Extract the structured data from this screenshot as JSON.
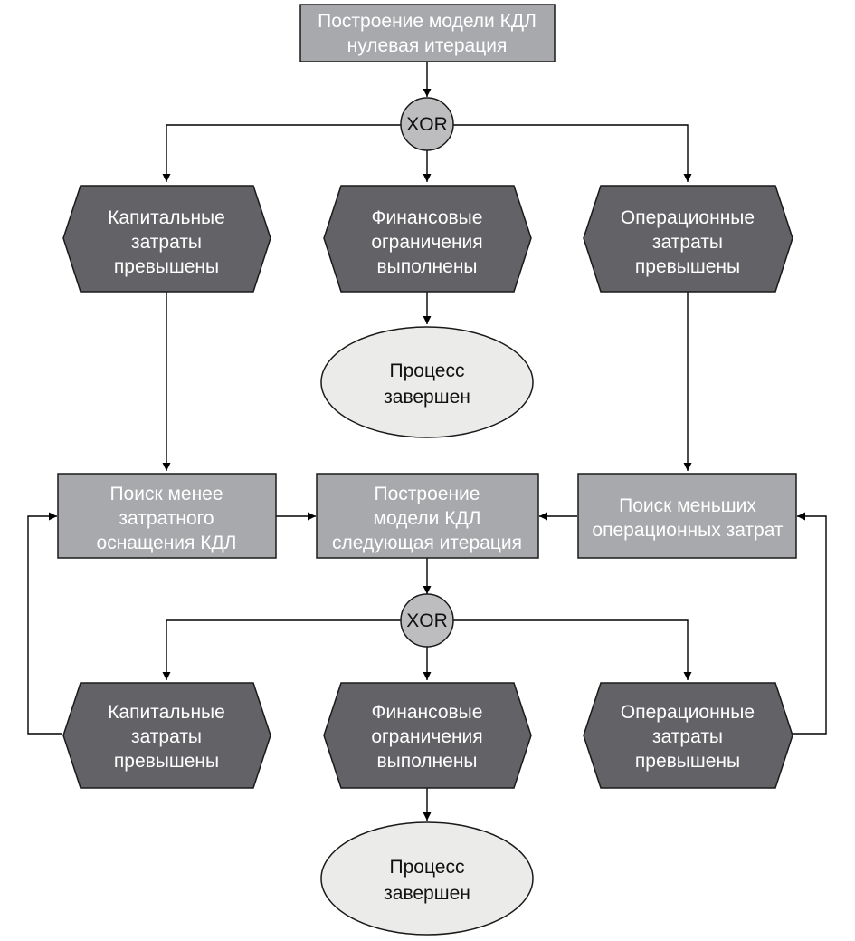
{
  "start": {
    "lines": [
      "Построение модели КДЛ",
      "нулевая итерация"
    ]
  },
  "xor_top": {
    "label": "XOR"
  },
  "row1": {
    "left": {
      "lines": [
        "Капитальные",
        "затраты",
        "превышены"
      ]
    },
    "center": {
      "lines": [
        "Финансовые",
        "ограничения",
        "выполнены"
      ]
    },
    "right": {
      "lines": [
        "Операционные",
        "затраты",
        "превышены"
      ]
    }
  },
  "end_top": {
    "lines": [
      "Процесс",
      "завершен"
    ]
  },
  "middle": {
    "left": {
      "lines": [
        "Поиск менее",
        "затратного",
        "оснащения КДЛ"
      ]
    },
    "center": {
      "lines": [
        "Построение",
        "модели КДЛ",
        "следующая итерация"
      ]
    },
    "right": {
      "lines": [
        "Поиск меньших",
        "операционных затрат"
      ]
    }
  },
  "xor_bottom": {
    "label": "XOR"
  },
  "row2": {
    "left": {
      "lines": [
        "Капитальные",
        "затраты",
        "превышены"
      ]
    },
    "center": {
      "lines": [
        "Финансовые",
        "ограничения",
        "выполнены"
      ]
    },
    "right": {
      "lines": [
        "Операционные",
        "затраты",
        "превышены"
      ]
    }
  },
  "end_bottom": {
    "lines": [
      "Процесс",
      "завершен"
    ]
  },
  "colors": {
    "function_box": "#a8a9ac",
    "event": "#636367",
    "end_event": "#ebebea",
    "xor": "#bdbdbf"
  }
}
